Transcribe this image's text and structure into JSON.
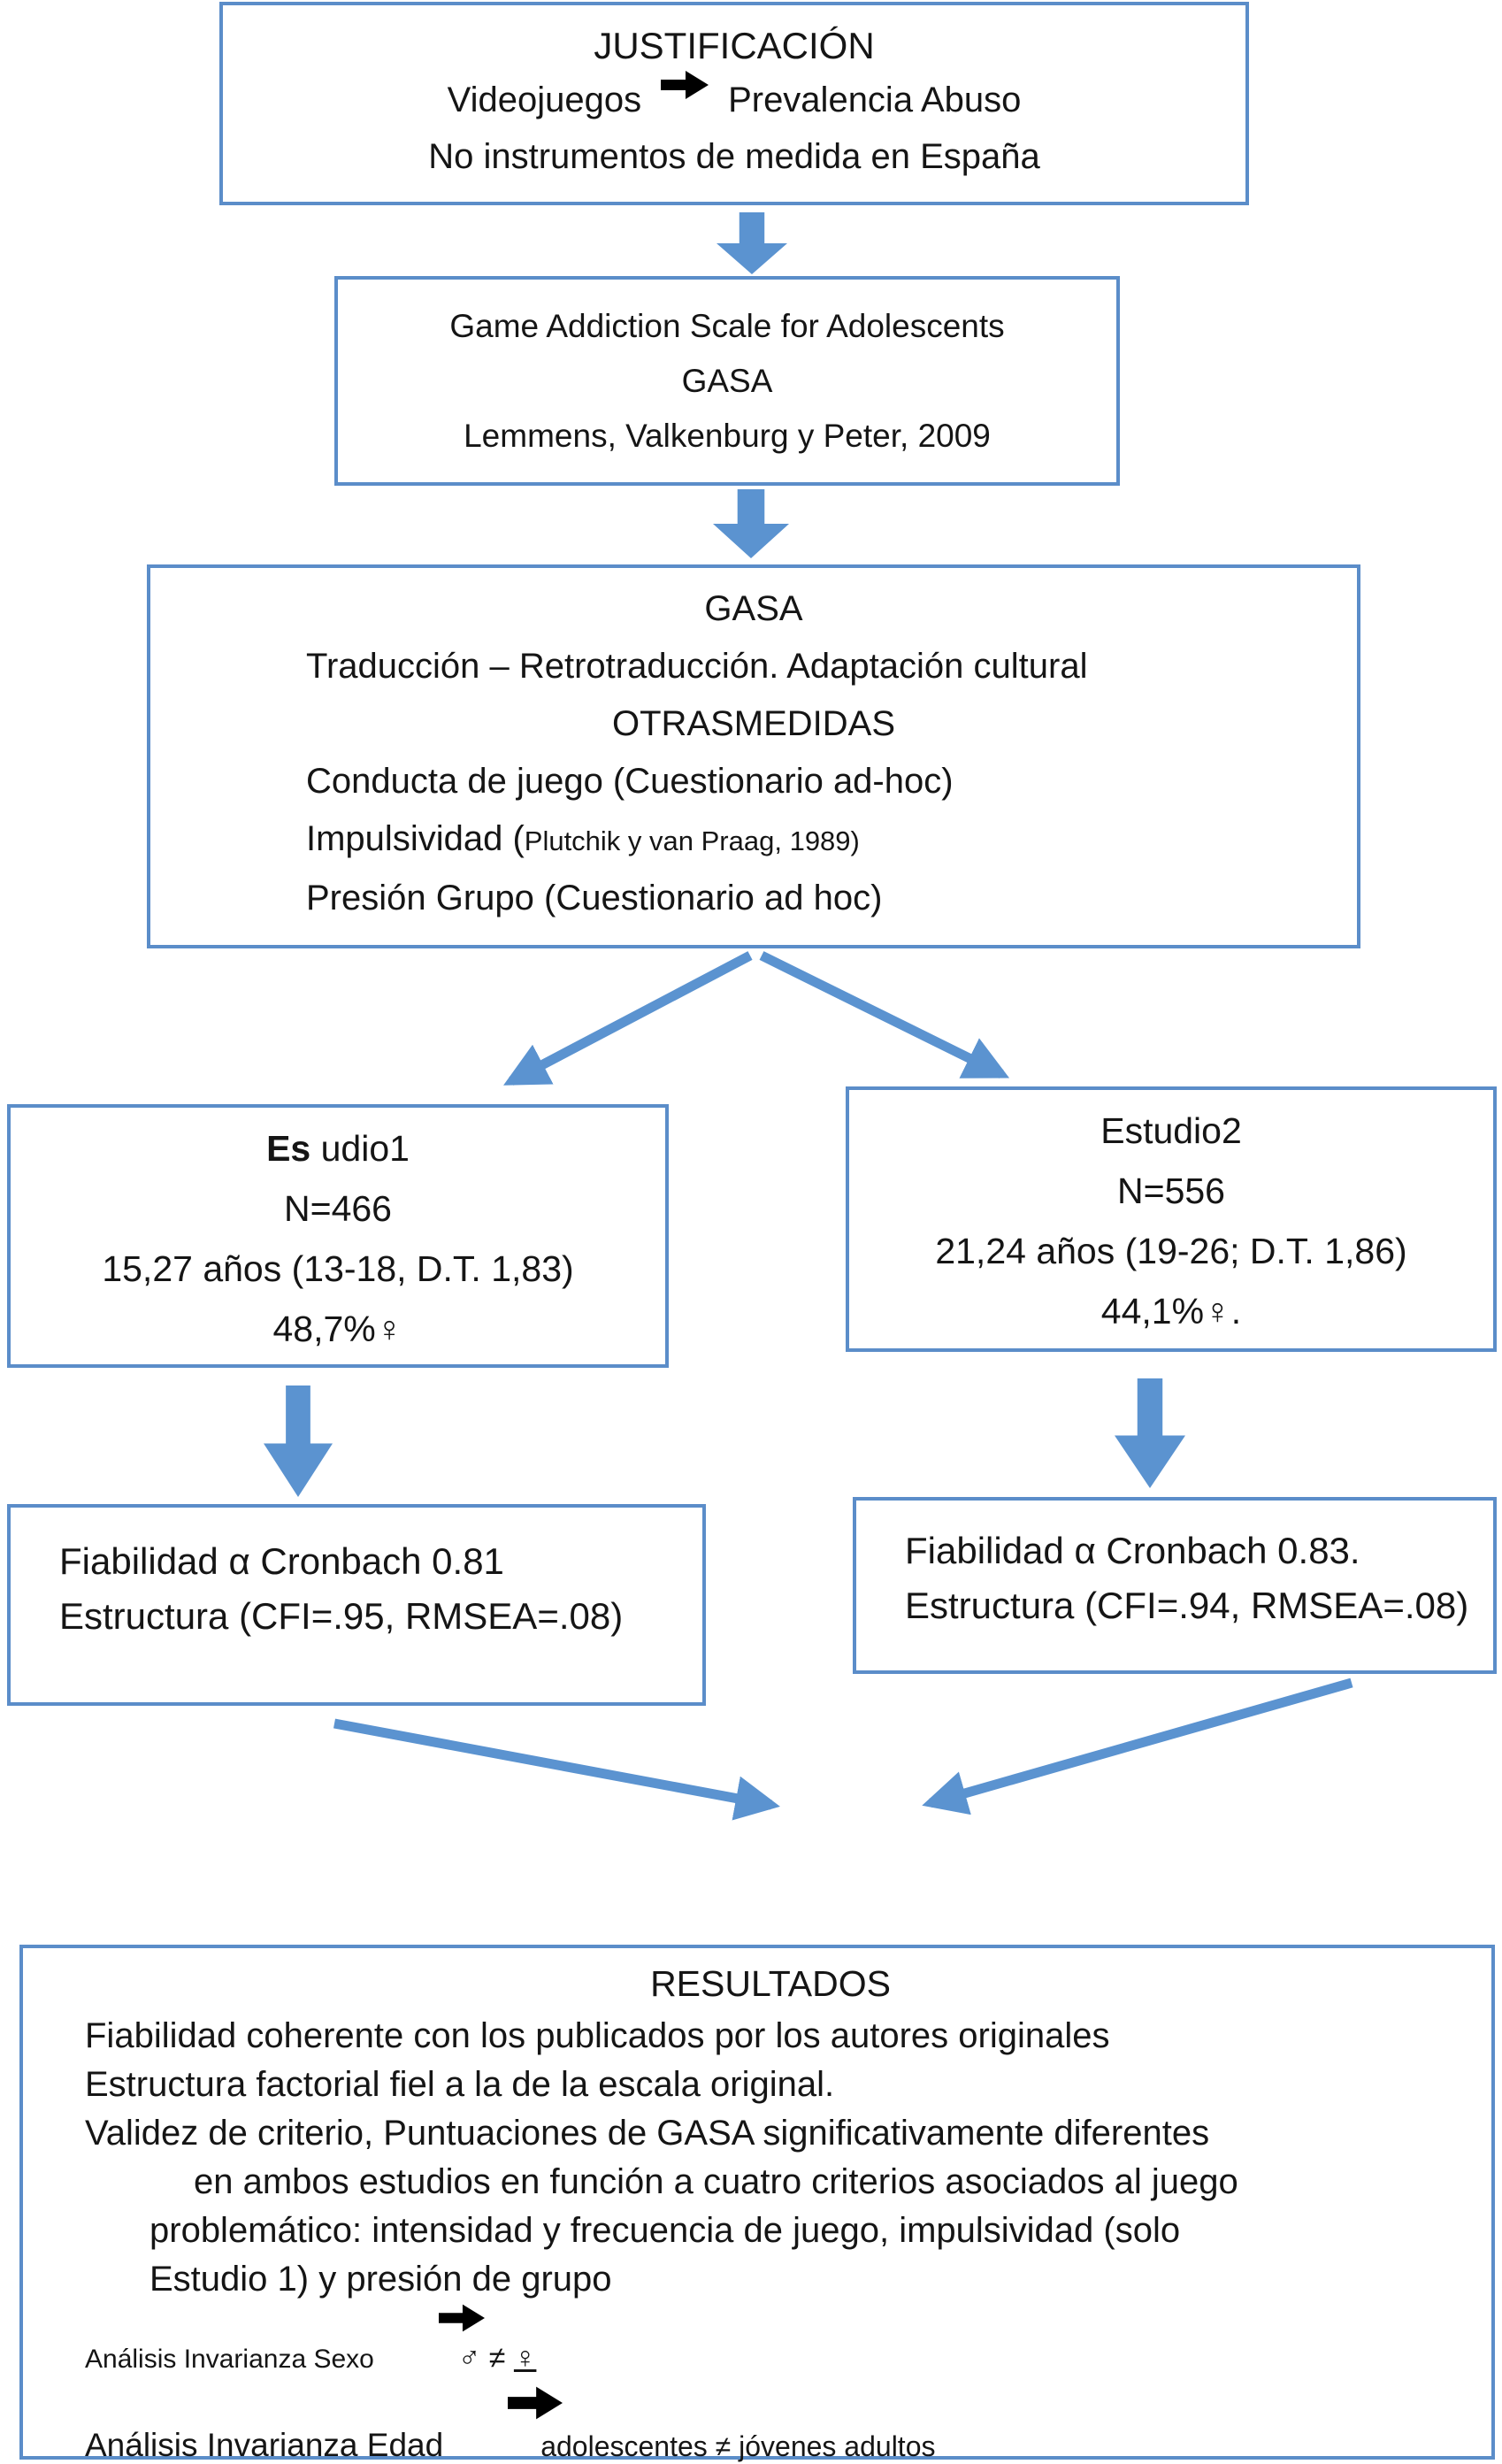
{
  "colors": {
    "box_border": "#5b8dc9",
    "arrow_blue": "#5b93d0",
    "arrow_black": "#000000",
    "text": "#151515",
    "background": "#ffffff"
  },
  "diagram": {
    "justificacion": {
      "title": "JUSTIFICACIÓN",
      "line2_left": "Videojuegos",
      "line2_right": "Prevalencia Abuso",
      "line3": "No instrumentos de medida en España"
    },
    "gasa_scale": {
      "l1": "Game Addiction Scale for Adolescents",
      "l2": "GASA",
      "l3": "Lemmens, Valkenburg y Peter, 2009"
    },
    "adaptacion": {
      "l1": "GASA",
      "l2": "Traducción – Retrotraducción. Adaptación cultural",
      "l3": "OTRASMEDIDAS",
      "l4": "Conducta de juego (Cuestionario ad-hoc)",
      "l5_main": "Impulsividad (",
      "l5_small": "Plutchik y van Praag, 1989)",
      "l6": "Presión Grupo (Cuestionario ad hoc)"
    },
    "estudio1": {
      "title_bold": "Es",
      "title_rest": " udio1",
      "n": "N=466",
      "edad": "15,27 años (13-18, D.T. 1,83)",
      "sexo": "48,7%♀"
    },
    "estudio2": {
      "title": "Estudio2",
      "n": "N=556",
      "edad": "21,24 años (19-26; D.T. 1,86)",
      "sexo": "44,1%♀."
    },
    "fiabilidad1": {
      "l1": "Fiabilidad α Cronbach 0.81",
      "l2": "Estructura (CFI=.95, RMSEA=.08)"
    },
    "fiabilidad2": {
      "l1": "Fiabilidad α Cronbach 0.83.",
      "l2": "Estructura (CFI=.94, RMSEA=.08)"
    },
    "resultados": {
      "title": "RESULTADOS",
      "p1": "Fiabilidad coherente con los publicados por los autores originales",
      "p2": "Estructura factorial fiel a la de la escala original.",
      "p3": "Validez de criterio, Puntuaciones de GASA significativamente diferentes",
      "p4": "en ambos estudios en función a cuatro criterios asociados al juego",
      "p5": "problemático: intensidad y frecuencia de juego, impulsividad (solo",
      "p6": "Estudio 1) y presión de grupo",
      "sexo_label": "Análisis Invarianza Sexo",
      "sexo_value_main": "♂ ≠ ",
      "sexo_value_female": "♀",
      "edad_label": "Análisis Invarianza Edad",
      "edad_value": "adolescentes ≠ jóvenes adultos"
    }
  }
}
